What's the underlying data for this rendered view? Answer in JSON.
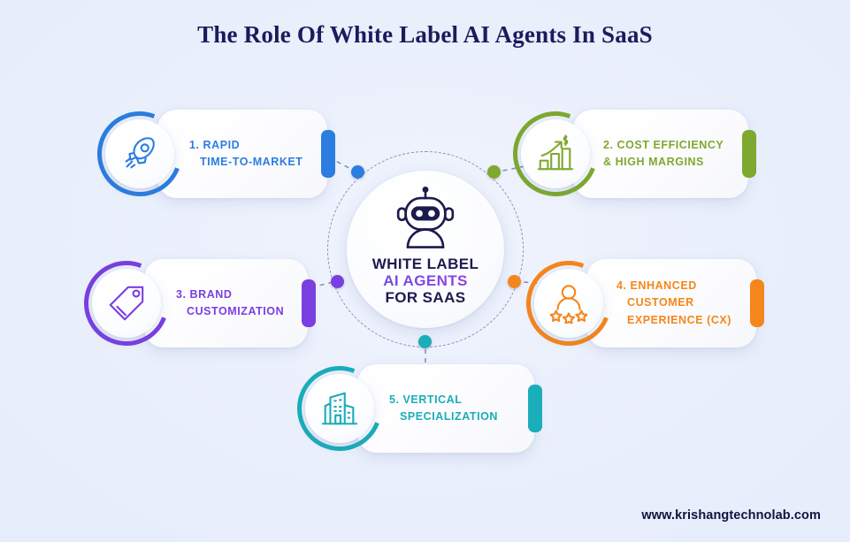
{
  "page": {
    "title": "The Role Of White Label AI Agents In SaaS",
    "footer_url": "www.krishangtechnolab.com",
    "background_color": "#eaf0fc",
    "title_color": "#1b1b5e"
  },
  "hub": {
    "icon": "robot-icon",
    "line1": "WHITE LABEL",
    "line2": "AI AGENTS",
    "line3": "FOR SAAS",
    "line1_color": "#1b1b4e",
    "line2_color": "#7b47e3",
    "line3_color": "#1b1b4e"
  },
  "cards": [
    {
      "id": "rapid-time-to-market",
      "number": "1.",
      "line1": "1. RAPID",
      "line2": "TIME-TO-MARKET",
      "icon": "rocket-icon",
      "color": "#2b7de0"
    },
    {
      "id": "cost-efficiency",
      "number": "2.",
      "line1": "2. COST EFFICIENCY",
      "line2": "& HIGH MARGINS",
      "icon": "growth-chart-dollar-icon",
      "color": "#7fa82e"
    },
    {
      "id": "brand-customization",
      "number": "3.",
      "line1": "3. BRAND",
      "line2": "CUSTOMIZATION",
      "icon": "price-tag-icon",
      "color": "#7a3fe0"
    },
    {
      "id": "enhanced-customer-experience",
      "number": "4.",
      "line1": "4. ENHANCED",
      "line2": "CUSTOMER",
      "line3": "EXPERIENCE (CX)",
      "icon": "user-stars-icon",
      "color": "#f5861b"
    },
    {
      "id": "vertical-specialization",
      "number": "5.",
      "line1": "5. VERTICAL",
      "line2": "SPECIALIZATION",
      "icon": "building-icon",
      "color": "#1aadba"
    }
  ],
  "hub_dots": [
    {
      "name": "hub-dot-rapid",
      "color": "#2b7de0"
    },
    {
      "name": "hub-dot-cost",
      "color": "#7fa82e"
    },
    {
      "name": "hub-dot-brand",
      "color": "#7a3fe0"
    },
    {
      "name": "hub-dot-cx",
      "color": "#f5861b"
    },
    {
      "name": "hub-dot-vertical",
      "color": "#1aadba"
    }
  ]
}
